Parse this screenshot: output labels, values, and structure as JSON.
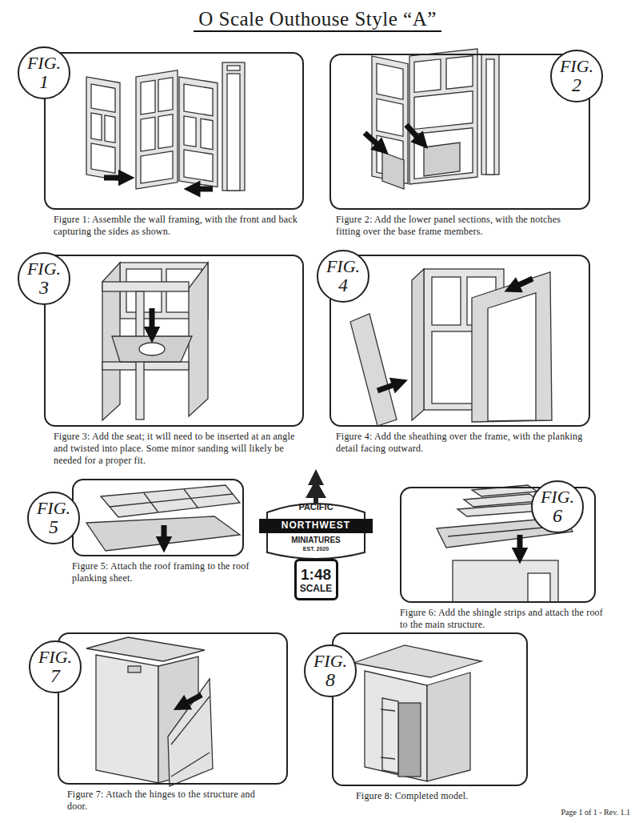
{
  "diagram": {
    "title": "O Scale Outhouse Style “A”",
    "nodes": [
      {
        "text": [
          "Figure 1: Assemble the wall framing, with the front and back capturing the sides as shown."
        ]
      },
      {
        "text": [
          "FIG.",
          "1"
        ],
        "in": 0
      },
      {
        "text": [
          "Figure 2: Add the lower panel sections, with the notches fitting over the base frame members."
        ]
      },
      {
        "text": [
          "FIG.",
          "2"
        ],
        "in": 2
      },
      {
        "text": [
          "Figure 3: Add the seat; it will need to be inserted at an angle and twisted into place. Some minor sanding will likely be needed for a proper fit."
        ]
      },
      {
        "text": [
          "FIG.",
          "3"
        ],
        "in": 4
      },
      {
        "text": [
          "Figure 4: Add the sheathing over the frame, with the planking detail facing outward."
        ]
      },
      {
        "text": [
          "FIG.",
          "4"
        ],
        "in": 6
      },
      {
        "text": [
          "Figure 5: Attach the roof framing to the roof planking sheet."
        ]
      },
      {
        "text": [
          "FIG.",
          "5"
        ],
        "in": 8
      },
      {
        "text": [
          "Figure 6: Add the shingle strips and attach the roof to the main structure."
        ]
      },
      {
        "text": [
          "FIG.",
          "6"
        ],
        "in": 10
      },
      {
        "text": [
          "Figure 7: Attach the hinges to the structure and door."
        ]
      },
      {
        "text": [
          "FIG.",
          "7"
        ],
        "in": 12
      },
      {
        "text": [
          "Figure 8: Completed model."
        ]
      },
      {
        "text": [
          "FIG.",
          "8"
        ],
        "in": 14
      },
      {
        "text": [
          "1:48",
          "SCALE"
        ]
      }
    ],
    "labels": [
      "PACIFIC",
      "NORTHWEST",
      "MINIATURES",
      "EST. 2020",
      "Page 1 of 1 - Rev. 1.1"
    ]
  }
}
